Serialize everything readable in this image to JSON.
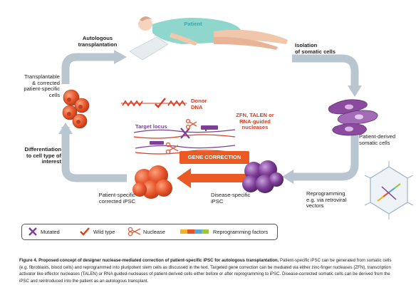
{
  "labels": {
    "patient": "Patient",
    "autologous_1": "Autologous",
    "autologous_2": "transplantation",
    "isolation_1": "Isolation",
    "isolation_2": "of somatic cells",
    "transplantable_1": "Transplantable",
    "transplantable_2": "& corrected",
    "transplantable_3": "patient-specific",
    "transplantable_4": "cells",
    "donor_1": "Donor",
    "donor_2": "DNA",
    "nuclease_1": "ZFN, TALEN or",
    "nuclease_2": "RNA-guided",
    "nuclease_3": "nucleases",
    "target_locus": "Target locus",
    "gene_correction": "GENE CORRECTION",
    "differentiation_1": "Differentiation",
    "differentiation_2": "to cell type of",
    "differentiation_3": "interest",
    "patient_derived_1": "Patient-derived",
    "patient_derived_2": "somatic cells",
    "corrected_ipsc_1": "Patient-specific",
    "corrected_ipsc_2": "corrected iPSC",
    "disease_ipsc_1": "Disease-specific",
    "disease_ipsc_2": "iPSC",
    "reprogramming_1": "Reprogramming",
    "reprogramming_2": "e.g. via retroviral",
    "reprogramming_3": "vectors"
  },
  "legend": {
    "mutated": "Mutated",
    "wild_type": "Wild type",
    "nuclease": "Nuclease",
    "factors": "Reprogramming factors"
  },
  "caption": {
    "title": "Figure 4.  Proposed concept of designer nuclease-mediated correction of patient-specific iPSC for autologous transplantation.",
    "body": "Patient-specific iPSC can be generated from somatic cells (e.g. fibroblasts, blood cells) and reprogrammed into pluripotent stem cells as discussed in the text. Targeted gene correction can be mediated via either zinc-finger nucleases (ZFN), transcription activator like effector nucleases (TALEN) or RNA guided-nucleases of patient-derived cells either before or after reprogramming to iPSC. Disease-corrected somatic cells can be derived from the iPSC and reintroduced into the patient as an autologous transplant."
  },
  "colors": {
    "arrow": "#b8c6d0",
    "orange_cell": "#e8542a",
    "purple_cell": "#7a3b95",
    "somatic_cell": "#8a4a9e",
    "patient_gown": "#8fd6cc",
    "mutated": "#7b3f98",
    "wild_type": "#e03a1e",
    "nuclease": "#e06040"
  }
}
